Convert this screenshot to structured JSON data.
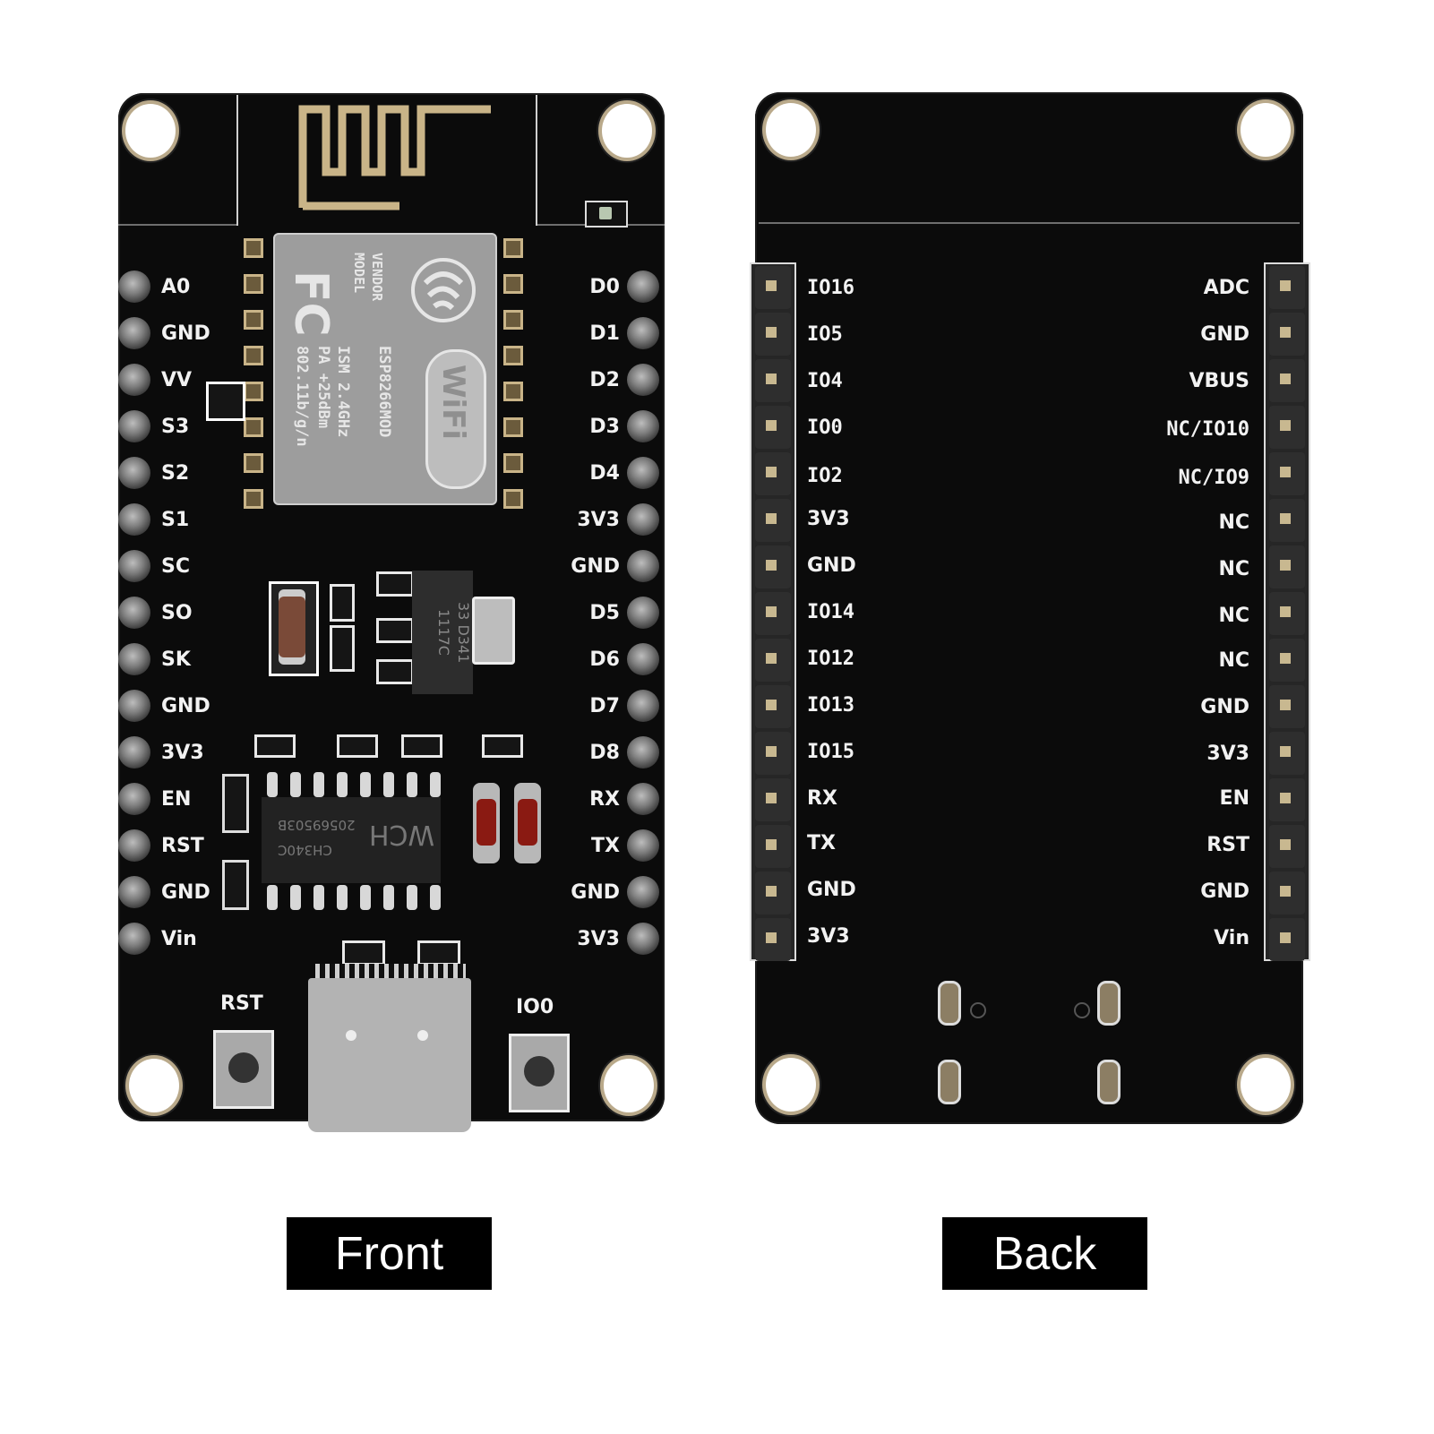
{
  "front": {
    "caption": "Front",
    "module": {
      "logo_text_1": "MODEL",
      "logo_text_2": "VENDOR",
      "model": "ESP8266MOD",
      "line1": "ISM  2.4GHz",
      "line2": "PA  +25dBm",
      "line3": "802.11b/g/n",
      "fcc": "FC",
      "wifi": "WiFi"
    },
    "regulator": {
      "line1": "1117C",
      "line2": "33 D341"
    },
    "usb_chip": {
      "line1": "20569503B",
      "line2": "CH340C",
      "brand": "WCH"
    },
    "left_pins": [
      "A0",
      "GND",
      "VV",
      "S3",
      "S2",
      "S1",
      "SC",
      "SO",
      "SK",
      "GND",
      "3V3",
      "EN",
      "RST",
      "GND",
      "Vin"
    ],
    "right_pins": [
      "D0",
      "D1",
      "D2",
      "D3",
      "D4",
      "3V3",
      "GND",
      "D5",
      "D6",
      "D7",
      "D8",
      "RX",
      "TX",
      "GND",
      "3V3"
    ],
    "buttons": [
      {
        "label": "RST"
      },
      {
        "label": "IO0"
      }
    ]
  },
  "back": {
    "caption": "Back",
    "left_pins": [
      "IO16",
      "IO5",
      "IO4",
      "IO0",
      "IO2",
      "3V3",
      "GND",
      "IO14",
      "IO12",
      "IO13",
      "IO15",
      "RX",
      "TX",
      "GND",
      "3V3"
    ],
    "right_pins": [
      "ADC",
      "GND",
      "VBUS",
      "NC/IO10",
      "NC/IO9",
      "NC",
      "NC",
      "NC",
      "NC",
      "GND",
      "3V3",
      "EN",
      "RST",
      "GND",
      "Vin"
    ]
  },
  "colors": {
    "pcb": "#0b0b0b",
    "silkscreen": "#f2f2f2",
    "antenna_gold": "#c9b488",
    "shield": "#9d9d9d",
    "background": "#ffffff"
  }
}
